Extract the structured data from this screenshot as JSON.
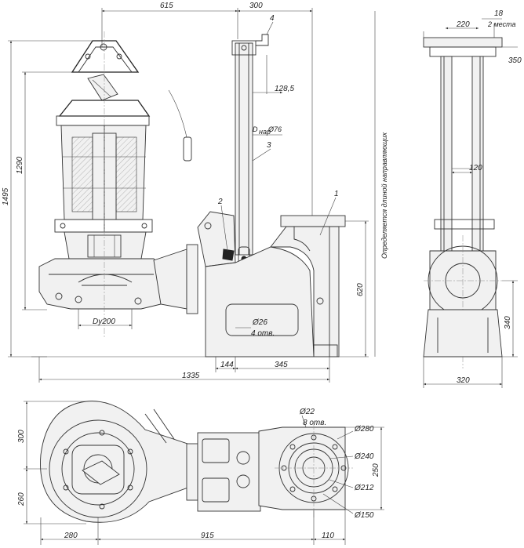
{
  "dimensions": {
    "top_615": "615",
    "top_300": "300",
    "right_220": "220",
    "right_18": "18",
    "right_2mesta": "2 места",
    "right_350": "350",
    "height_1495": "1495",
    "height_1290": "1290",
    "d_128_5": "128,5",
    "d_dnar76": "D",
    "d_dnar76_sub": "нар",
    "d_dnar76_val": "Ø76",
    "d_120": "120",
    "d_620": "620",
    "d_340": "340",
    "d_320": "320",
    "d_dy200": "Dy200",
    "d_26": "Ø26",
    "d_4otv": "4 отв.",
    "d_144": "144",
    "d_345": "345",
    "d_1335": "1335",
    "d_22": "Ø22",
    "d_8otv": "8 отв.",
    "d_280c": "Ø280",
    "d_240": "Ø240",
    "d_212": "Ø212",
    "d_150": "Ø150",
    "d_250": "250",
    "d_300": "300",
    "d_260": "260",
    "d_280": "280",
    "d_915": "915",
    "d_110": "110"
  },
  "callouts": {
    "n1": "1",
    "n2": "2",
    "n3": "3",
    "n4": "4"
  },
  "vertical_note": "Определяется длиной направляющих"
}
